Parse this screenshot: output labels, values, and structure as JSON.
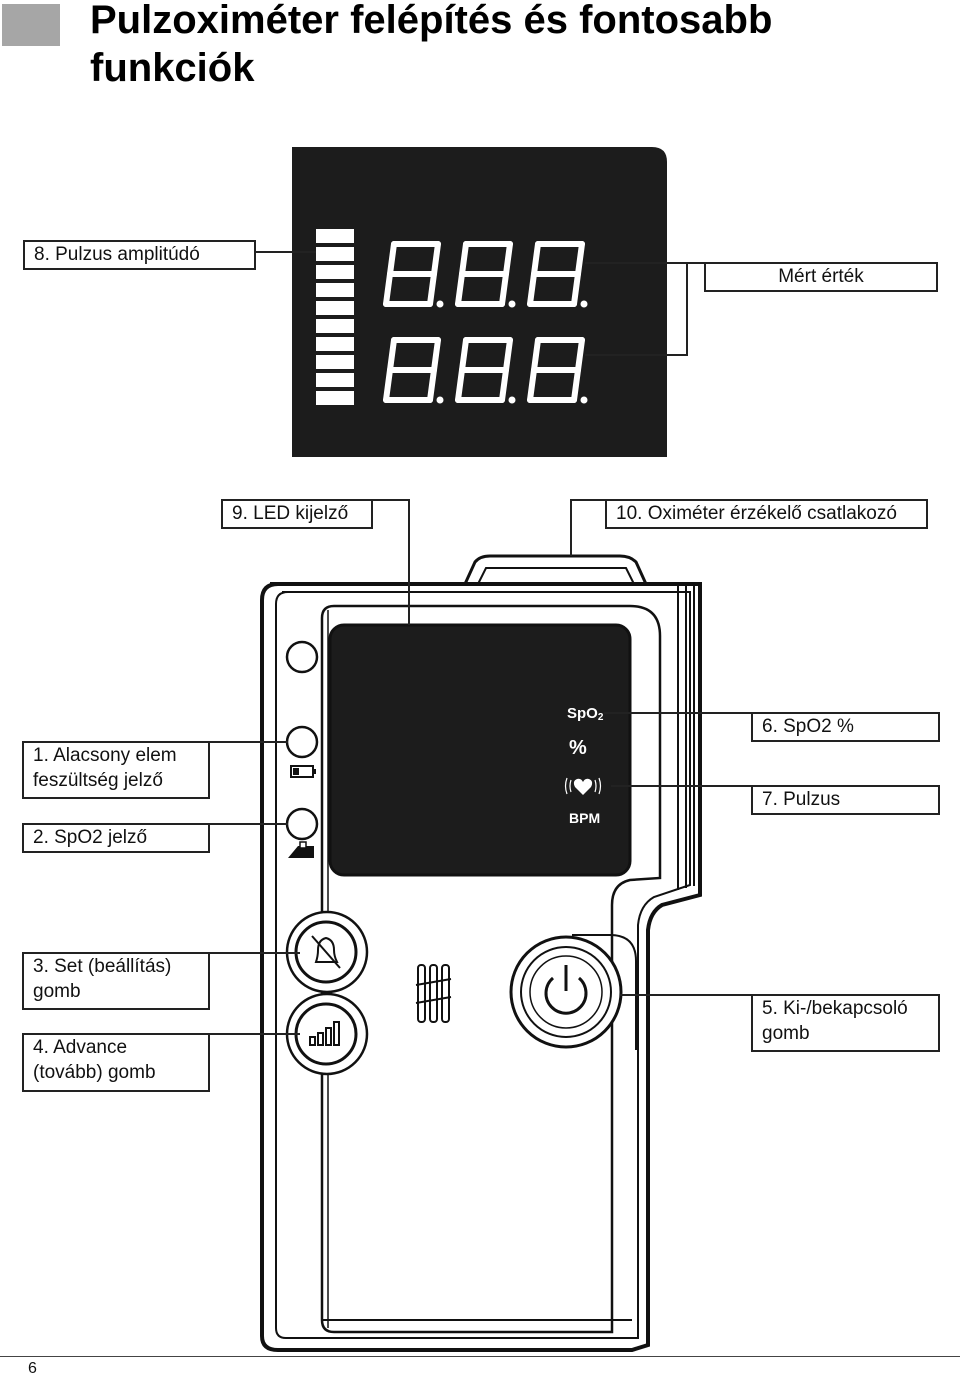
{
  "page": {
    "title": "Pulzoximéter felépítés és fontosabb funkciók",
    "page_number": "6"
  },
  "callouts": {
    "pulse_amplitude": "8. Pulzus amplitúdó",
    "measured_value": "Mért érték",
    "led_display": "9. LED kijelző",
    "sensor_connector": "10. Oximéter érzékelő csatlakozó",
    "low_battery_line1": "1. Alacsony elem",
    "low_battery_line2": "feszültség jelző",
    "spo2_indicator": "2. SpO2 jelző",
    "spo2_percent": "6. SpO2 %",
    "pulse": "7. Pulzus",
    "set_button_line1": "3. Set (beállítás)",
    "set_button_line2": "gomb",
    "advance_button_line1": "4. Advance",
    "advance_button_line2": "(tovább) gomb",
    "power_button_line1": "5. Ki-/bekapcsoló",
    "power_button_line2": "gomb"
  },
  "device_labels": {
    "spo2": "SpO",
    "spo2_sub": "2",
    "percent": "%",
    "bpm": "BPM"
  },
  "icons": {
    "battery": "battery-low-icon",
    "finger_probe": "finger-probe-icon",
    "alarm": "alarm-bell-icon",
    "signal": "signal-bars-icon",
    "power": "power-icon",
    "heart": "heart-pulse-icon",
    "speaker": "speaker-grille-icon"
  },
  "colors": {
    "title_block": "#a6a6a6",
    "display_bg": "#1c1c1c",
    "segment": "#ffffff"
  }
}
